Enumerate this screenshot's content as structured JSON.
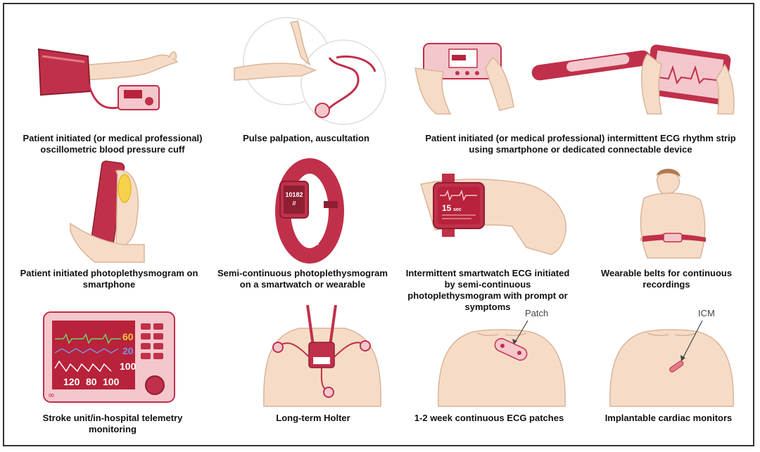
{
  "panels": [
    {
      "id": "bp-cuff",
      "caption": "Patient initiated (or medical professional) oscillometric blood pressure cuff"
    },
    {
      "id": "pulse",
      "caption": "Pulse palpation, auscultation"
    },
    {
      "id": "ecg-strip",
      "caption": "Patient initiated (or medical professional) intermittent ECG rhythm strip using smartphone or dedicated connectable device"
    },
    {
      "id": "ppg-phone",
      "caption": "Patient initiated photoplethysmogram on smartphone"
    },
    {
      "id": "ppg-watch",
      "caption": "Semi-continuous photoplethysmogram on a smartwatch or wearable"
    },
    {
      "id": "smartwatch-ecg",
      "caption": "Intermittent smartwatch ECG initiated by semi-continuous photoplethysmogram with prompt or symptoms"
    },
    {
      "id": "belts",
      "caption": "Wearable belts for continuous recordings"
    },
    {
      "id": "telemetry",
      "caption": "Stroke unit/in-hospital telemetry monitoring"
    },
    {
      "id": "holter",
      "caption": "Long-term Holter"
    },
    {
      "id": "patches",
      "caption": "1-2 week continuous ECG patches"
    },
    {
      "id": "icm",
      "caption": "Implantable cardiac monitors"
    }
  ],
  "labels": {
    "patch": "Patch",
    "icm": "ICM"
  },
  "device_text": {
    "watch_steps": "10182",
    "watch_steps_sub": "//",
    "smartwatch_time": "15",
    "smartwatch_time_unit": "sec",
    "monitor_hr": "60",
    "monitor_spo2": "20",
    "monitor_bp": "100",
    "monitor_row": [
      "120",
      "80",
      "100"
    ],
    "monitor_logo": "∞"
  },
  "colors": {
    "accent": "#c0304a",
    "accent_dark": "#8e1f33",
    "pink": "#f4c7cc",
    "skin": "#f6dcc6",
    "skin_line": "#d9b49a",
    "screen": "#b8223a"
  }
}
